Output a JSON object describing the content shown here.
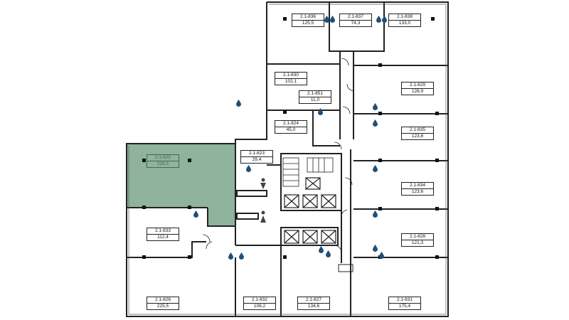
{
  "plan": {
    "selected_color": "#8fb39c",
    "wall_color": "#222222",
    "water_icon_color": "#1f4f7a",
    "rooms": [
      {
        "code": "2.1-836",
        "area": "125,5",
        "selected": false
      },
      {
        "code": "2.1-837",
        "area": "74,3",
        "selected": false
      },
      {
        "code": "2.1-838",
        "area": "133,0",
        "selected": false
      },
      {
        "code": "2.1-830",
        "area": "102,1",
        "selected": false
      },
      {
        "code": "2.1-829",
        "area": "128,9",
        "selected": false
      },
      {
        "code": "2.1-851",
        "area": "11,0",
        "selected": false
      },
      {
        "code": "2.1-824",
        "area": "45,0",
        "selected": false
      },
      {
        "code": "2.1-835",
        "area": "123,8",
        "selected": false
      },
      {
        "code": "2.1-825",
        "area": "226,5",
        "selected": true
      },
      {
        "code": "2.1-823",
        "area": "29,4",
        "selected": false
      },
      {
        "code": "2.1-834",
        "area": "123,6",
        "selected": false
      },
      {
        "code": "2.1-833",
        "area": "112,4",
        "selected": false
      },
      {
        "code": "2.1-828",
        "area": "121,3",
        "selected": false
      },
      {
        "code": "2.1-826",
        "area": "225,5",
        "selected": false
      },
      {
        "code": "2.1-832",
        "area": "108,2",
        "selected": false
      },
      {
        "code": "2.1-827",
        "area": "134,6",
        "selected": false
      },
      {
        "code": "2.1-831",
        "area": "175,4",
        "selected": false
      }
    ],
    "icons": {
      "water": "water-drop-icon",
      "male_wc": "male-wc-icon",
      "female_wc": "female-wc-icon",
      "stairs": "stairs-icon",
      "elevator": "elevator-icon"
    }
  }
}
